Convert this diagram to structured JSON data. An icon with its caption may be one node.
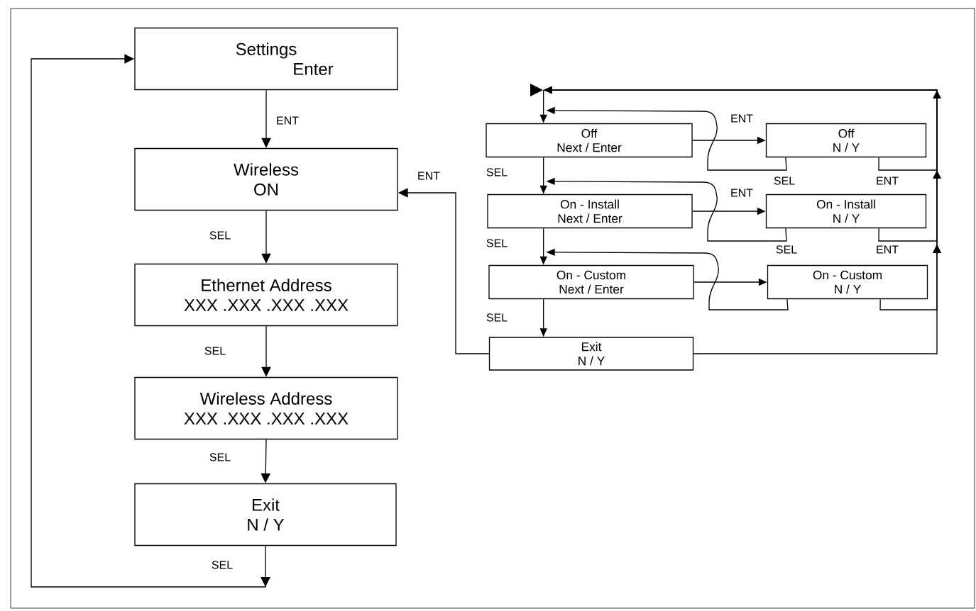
{
  "diagram": {
    "nodes": [
      {
        "text": [
          "Settings",
          "Enter"
        ]
      },
      {
        "text": [
          "Wireless",
          "ON"
        ]
      },
      {
        "text": [
          "Ethernet Address",
          "XXX .XXX .XXX .XXX"
        ]
      },
      {
        "text": [
          "Wireless Address",
          "XXX .XXX .XXX .XXX"
        ]
      },
      {
        "text": [
          "Exit",
          "N / Y"
        ]
      },
      {
        "text": [],
        "shape": "triangle"
      },
      {
        "text": [
          "Off",
          "Next / Enter"
        ]
      },
      {
        "text": [
          "Off",
          "N / Y"
        ]
      },
      {
        "text": [
          "On - Install",
          "Next / Enter"
        ]
      },
      {
        "text": [
          "On - Install",
          "N / Y"
        ]
      },
      {
        "text": [
          "On - Custom",
          "Next / Enter"
        ]
      },
      {
        "text": [
          "On - Custom",
          "N / Y"
        ]
      },
      {
        "text": [
          "Exit",
          "N / Y"
        ]
      }
    ],
    "edges": [
      {
        "from": 0,
        "to": 1,
        "arrow": "to",
        "label": "ENT"
      },
      {
        "from": 1,
        "to": 2,
        "arrow": "to",
        "label": "SEL"
      },
      {
        "from": 2,
        "to": 3,
        "arrow": "to",
        "label": "SEL"
      },
      {
        "from": 3,
        "to": 4,
        "arrow": "to",
        "label": "SEL"
      },
      {
        "from": 4,
        "to": 0,
        "arrow": "to",
        "label": "SEL"
      },
      {
        "from": 12,
        "to": 1,
        "arrow": "to",
        "label": "ENT"
      },
      {
        "from": 5,
        "to": 6,
        "arrow": "to"
      },
      {
        "from": 6,
        "to": 7,
        "arrow": "to",
        "label": "ENT"
      },
      {
        "from": 7,
        "to": 6,
        "arrow": "to",
        "label": "SEL"
      },
      {
        "from": 7,
        "to": 5,
        "arrow": "to",
        "label": "ENT"
      },
      {
        "from": 6,
        "to": 8,
        "arrow": "to",
        "label": "SEL"
      },
      {
        "from": 8,
        "to": 9,
        "arrow": "to",
        "label": "ENT"
      },
      {
        "from": 9,
        "to": 8,
        "arrow": "to",
        "label": "SEL"
      },
      {
        "from": 9,
        "to": 5,
        "arrow": "to",
        "label": "ENT"
      },
      {
        "from": 8,
        "to": 10,
        "arrow": "to",
        "label": "SEL"
      },
      {
        "from": 10,
        "to": 11,
        "arrow": "to"
      },
      {
        "from": 11,
        "to": 10,
        "arrow": "to"
      },
      {
        "from": 11,
        "to": 5,
        "arrow": "to"
      },
      {
        "from": 10,
        "to": 12,
        "arrow": "to",
        "label": "SEL"
      },
      {
        "from": 12,
        "to": 5,
        "arrow": "to"
      }
    ]
  }
}
